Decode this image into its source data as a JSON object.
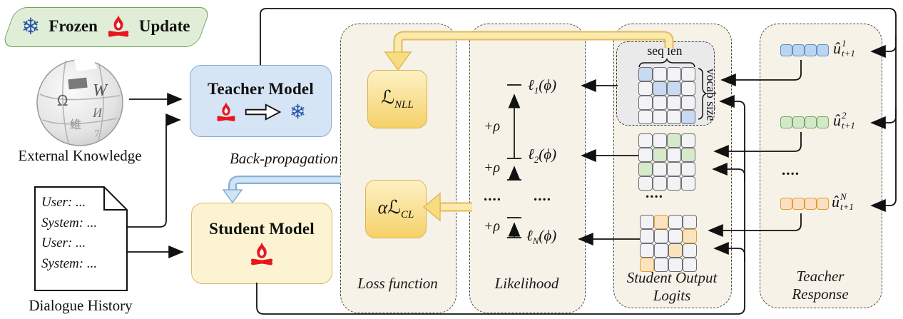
{
  "legend": {
    "snowflake_glyph": "❄",
    "frozen_label": "Frozen",
    "update_label": "Update"
  },
  "left_column": {
    "external_knowledge_label": "External Knowledge",
    "dialogue_history_label": "Dialogue History",
    "doc_lines": [
      "User: ...",
      "System: ...",
      "User: ...",
      "System: ..."
    ]
  },
  "models": {
    "teacher_label": "Teacher Model",
    "student_label": "Student Model",
    "backprop_label": "Back-propagation",
    "snowflake_glyph": "❄"
  },
  "loss_panel": {
    "title": "Loss function",
    "nll_main": "ℒ",
    "nll_sub": "NLL",
    "cl_main": "αℒ",
    "cl_sub": "CL"
  },
  "likelihood_panel": {
    "title": "Likelihood",
    "rho": "+ρ",
    "dots": "....",
    "l1": {
      "base": "ℓ",
      "sub": "1",
      "arg": "(ϕ)"
    },
    "l2": {
      "base": "ℓ",
      "sub": "2",
      "arg": "(ϕ)"
    },
    "lN": {
      "base": "ℓ",
      "sub": "N",
      "arg": "(ϕ)"
    }
  },
  "logits_panel": {
    "title_line1": "Student Output",
    "title_line2": "Logits",
    "seq_len_label": "seq len",
    "vocab_size_label": "vocab size",
    "dots": "....",
    "grids": [
      {
        "name": "logits-grid-1",
        "highlight": "#c7daf2",
        "hl_border": "#6e6e73",
        "cells": [
          1,
          0,
          0,
          0,
          0,
          1,
          1,
          0,
          0,
          0,
          0,
          0,
          0,
          0,
          0,
          1
        ]
      },
      {
        "name": "logits-grid-2",
        "highlight": "#d6e9cb",
        "hl_border": "#6e6e73",
        "cells": [
          0,
          0,
          1,
          0,
          0,
          1,
          0,
          1,
          1,
          0,
          0,
          0,
          0,
          0,
          0,
          0
        ]
      },
      {
        "name": "logits-grid-3",
        "highlight": "#fce3c0",
        "hl_border": "#d9a330",
        "cells": [
          0,
          2,
          0,
          0,
          0,
          0,
          0,
          2,
          0,
          0,
          1,
          0,
          2,
          0,
          0,
          0
        ]
      }
    ]
  },
  "response_panel": {
    "title_line1": "Teacher",
    "title_line2": "Response",
    "dots": "....",
    "rows": [
      {
        "hat_u": "û",
        "sup": "1",
        "sub": "t+1"
      },
      {
        "hat_u": "û",
        "sup": "2",
        "sub": "t+1"
      },
      {
        "hat_u": "û",
        "sup": "N",
        "sub": "t+1"
      }
    ]
  },
  "colors": {
    "panel_fill": "#f6f2e7",
    "teacher_box": "#d6e5f6",
    "student_box": "#fcf3d3",
    "loss_box_gradient_top": "#fdf1c4",
    "loss_box_gradient_bottom": "#f5d169",
    "yellow_arrow": "#fbe9ad",
    "blue_arrow": "#d0e4f5",
    "snowflake_blue": "#2a57a5",
    "fire_red": "#e8171e",
    "legend_green": "#e0eed8"
  }
}
